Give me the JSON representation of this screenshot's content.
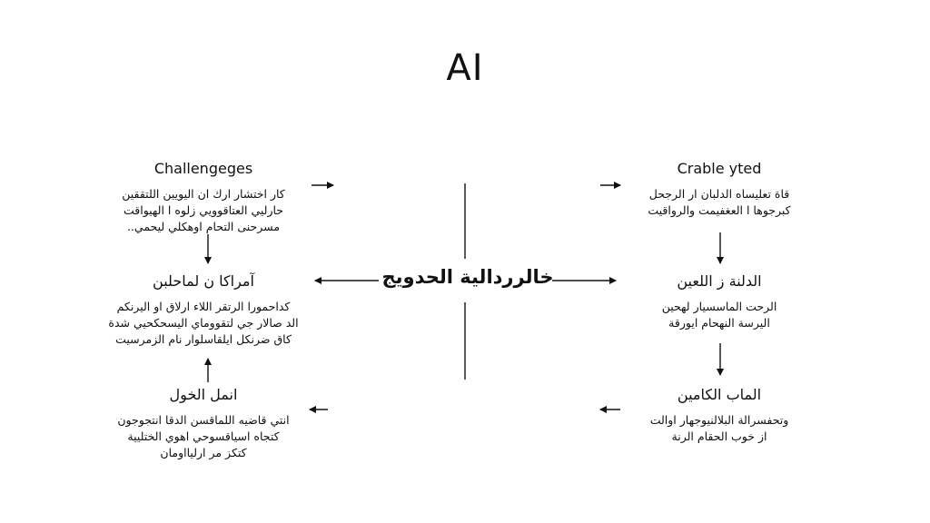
{
  "title": "AI",
  "center": {
    "label": "خالرردالية الحدويج"
  },
  "nodes": {
    "top_left": {
      "title": "Challengeges",
      "lines": [
        "كار اختشار ارك ان اليويين اللتققين",
        "حارليي العتاقوويي زلوه ا الهيواقت",
        "مسرحنى التحام اوهكلي ليحمي.."
      ]
    },
    "mid_left": {
      "title": "آمراكا ن لماحلبن",
      "lines": [
        "كداحمورا الرتقر اللاء ارلاق او اليرنكم",
        "الد صالار جي لتقووماي اليسحكحيي شدة",
        "كاق ضرنكل ايلقاسلوار نام الزمرسيت"
      ]
    },
    "bot_left": {
      "title": "انمل الخول",
      "lines": [
        "انتي قاضيه اللماقسن الدقا انتجوجون",
        "كتجاه اسياقسوحي اهوي الختليية",
        "كتكز مر ارليااومان"
      ]
    },
    "top_right": {
      "title": "Crable yted",
      "lines": [
        "قاة تعليساه الدلبان ار الرجحل",
        "كبرجوها ا العغفيمت والرواقيت"
      ]
    },
    "mid_right": {
      "title": "الدلنة ز اللعين",
      "lines": [
        "الرحت الماسسيار لهحين",
        "اليرسة النهحام ايورقة"
      ]
    },
    "bot_right": {
      "title": "الماب الكامين",
      "lines": [
        "وتحفسرالة البلالنيوجهار اوالت",
        "از خوب الحقام الرنة"
      ]
    }
  }
}
